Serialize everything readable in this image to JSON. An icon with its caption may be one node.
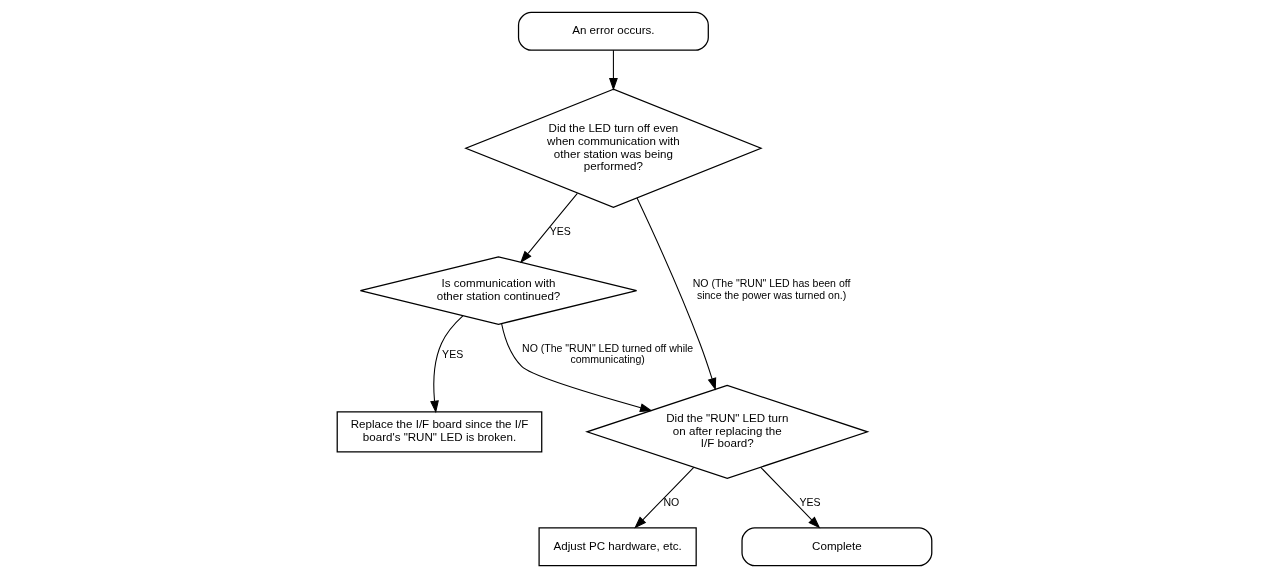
{
  "diagram": {
    "nodes": [
      {
        "text": [
          "An error occurs."
        ]
      },
      {
        "text": [
          "Did the LED turn off even when communication with other station was being performed?"
        ]
      },
      {
        "text": [
          "Is communication with other station continued?"
        ]
      },
      {
        "text": [
          "Replace the I/F board since the I/F board's \"RUN\" LED is broken."
        ]
      },
      {
        "text": [
          "Did the \"RUN\" LED turn on after replacing the I/F board?"
        ]
      },
      {
        "text": [
          "Adjust PC hardware, etc."
        ]
      },
      {
        "text": [
          "Complete"
        ]
      }
    ],
    "edges": [
      {
        "from": 0,
        "to": 1,
        "arrow": "to"
      },
      {
        "from": 1,
        "to": 2,
        "arrow": "to",
        "label": "YES"
      },
      {
        "from": 2,
        "to": 3,
        "arrow": "to",
        "label": "YES"
      },
      {
        "from": 1,
        "to": 4,
        "arrow": "to",
        "label": "NO (The \"RUN\" LED has been off since the power was turned on.)"
      },
      {
        "from": 2,
        "to": 4,
        "arrow": "to",
        "label": "NO (The \"RUN\" LED turned off while communicating)"
      },
      {
        "from": 4,
        "to": 5,
        "arrow": "to",
        "label": "NO"
      },
      {
        "from": 4,
        "to": 6,
        "arrow": "to",
        "label": "YES"
      }
    ]
  }
}
